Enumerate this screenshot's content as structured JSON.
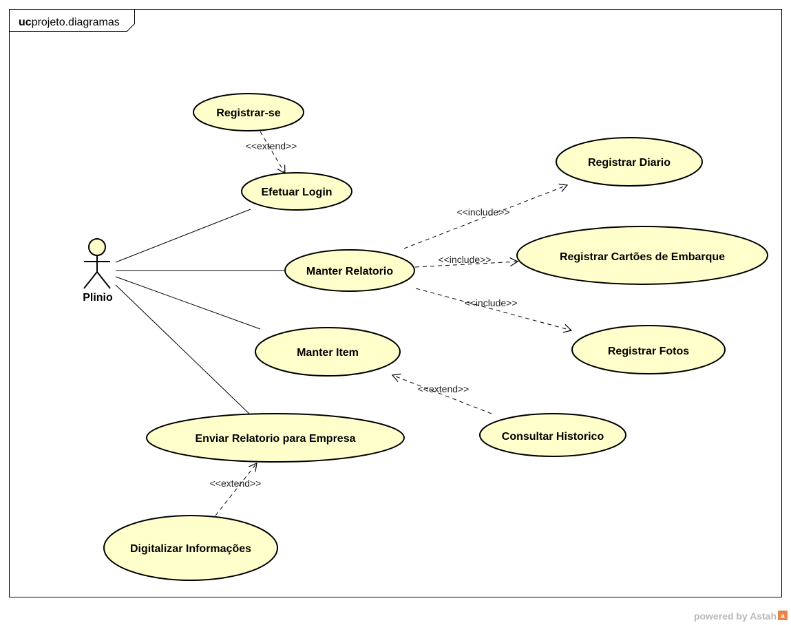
{
  "frame": {
    "keyword": "uc",
    "name": "projeto.diagramas"
  },
  "actor": {
    "name": "Plinio"
  },
  "use_cases": {
    "registrar_se": "Registrar-se",
    "efetuar_login": "Efetuar Login",
    "manter_relatorio": "Manter Relatorio",
    "manter_item": "Manter Item",
    "enviar_relatorio": "Enviar Relatorio para Empresa",
    "digitalizar": "Digitalizar Informações",
    "registrar_diario": "Registrar Diario",
    "registrar_cartoes": "Registrar Cartões de Embarque",
    "registrar_fotos": "Registrar Fotos",
    "consultar_historico": "Consultar Historico"
  },
  "stereotypes": {
    "extend_registrar": "<<extend>>",
    "include_diario": "<<include>>",
    "include_cartoes": "<<include>>",
    "include_fotos": "<<include>>",
    "extend_historico": "<<extend>>",
    "extend_digitalizar": "<<extend>>"
  },
  "watermark": {
    "text": "powered by Astah",
    "logo": "astah-logo-icon"
  },
  "colors": {
    "usecase_fill": "#ffffcc",
    "stroke": "#000000",
    "watermark": "#b8b8b8",
    "logo": "#e8844a"
  }
}
